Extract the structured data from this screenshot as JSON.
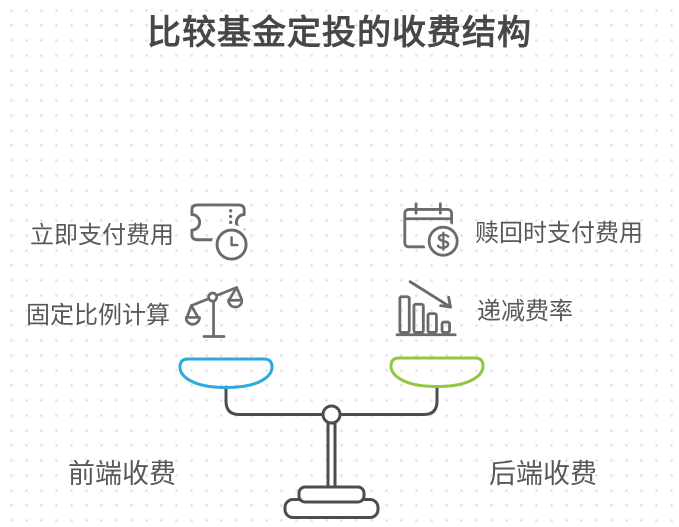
{
  "title": "比较基金定投的收费结构",
  "comparison": {
    "front_end": {
      "features": [
        {
          "icon": "ticket-clock-icon",
          "label": "立即支付费用"
        },
        {
          "icon": "balance-tilted-icon",
          "label": "固定比例计算"
        }
      ],
      "pan_color": "#2BA9E0",
      "label": "前端收费"
    },
    "back_end": {
      "features": [
        {
          "icon": "calendar-dollar-icon",
          "label": "赎回时支付费用"
        },
        {
          "icon": "declining-bars-icon",
          "label": "递减费率"
        }
      ],
      "pan_color": "#8FC73E",
      "label": "后端收费"
    }
  },
  "colors": {
    "title_text": "#474747",
    "body_text": "#585858",
    "icon_stroke": "#6b6b6b",
    "scale_stroke": "#4d4d4d",
    "front_pan": "#2BA9E0",
    "back_pan": "#8FC73E",
    "background_dots": "#e3e3e3"
  }
}
